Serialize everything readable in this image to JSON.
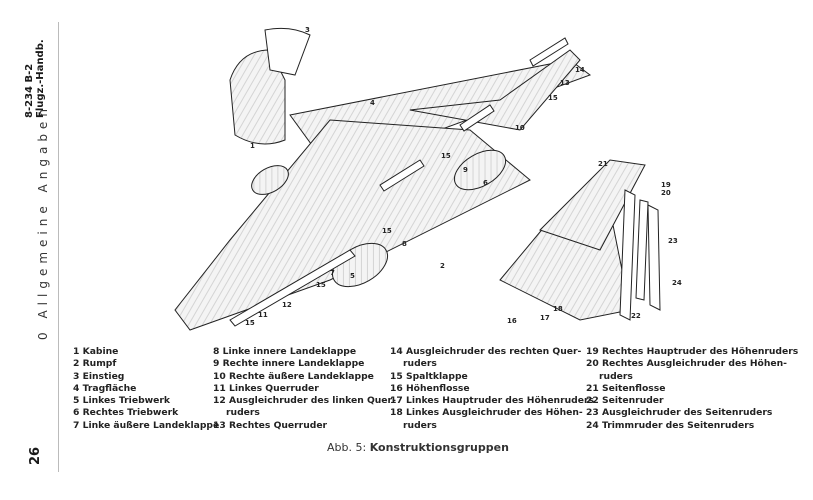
{
  "side": {
    "doc_id": "8-234 B-2",
    "doc_type": "Flugz.-Handb.",
    "section": "0 Allgemeine Angaben",
    "page_number": "26"
  },
  "legend": [
    [
      [
        "1 Kabine"
      ],
      [
        "2 Rumpf"
      ],
      [
        "3 Einstieg"
      ],
      [
        "4 Tragfläche"
      ],
      [
        "5 Linkes Triebwerk"
      ],
      [
        "6 Rechtes Triebwerk"
      ],
      [
        "7 Linke äußere Landeklappe"
      ]
    ],
    [
      [
        "8 Linke innere Landeklappe"
      ],
      [
        "9 Rechte innere Landeklappe"
      ],
      [
        "10 Rechte äußere Landeklappe"
      ],
      [
        "11 Linkes Querruder"
      ],
      [
        "12 Ausgleichruder des linken Quer-",
        "ruders"
      ],
      [
        "13 Rechtes Querruder"
      ]
    ],
    [
      [
        "14 Ausgleichruder des rechten Quer-",
        "ruders"
      ],
      [
        "15 Spaltklappe"
      ],
      [
        "16 Höhenflosse"
      ],
      [
        "17 Linkes Hauptruder des Höhenruders"
      ],
      [
        "18 Linkes Ausgleichruder des Höhen-",
        "ruders"
      ]
    ],
    [
      [
        "19 Rechtes Hauptruder des Höhenruders"
      ],
      [
        "20 Rechtes Ausgleichruder des Höhen-",
        "ruders"
      ],
      [
        "21 Seitenflosse"
      ],
      [
        "22 Seitenruder"
      ],
      [
        "23 Ausgleichruder des Seitenruders"
      ],
      [
        "24 Trimmruder des Seitenruders"
      ]
    ]
  ],
  "caption": {
    "prefix": "Abb. 5:",
    "title": "Konstruktionsgruppen"
  },
  "callouts": [
    "1",
    "2",
    "3",
    "4",
    "5",
    "6",
    "7",
    "8",
    "9",
    "10",
    "11",
    "12",
    "13",
    "14",
    "15",
    "15",
    "15",
    "15",
    "15",
    "16",
    "17",
    "18",
    "19",
    "20",
    "21",
    "22",
    "23",
    "24"
  ]
}
